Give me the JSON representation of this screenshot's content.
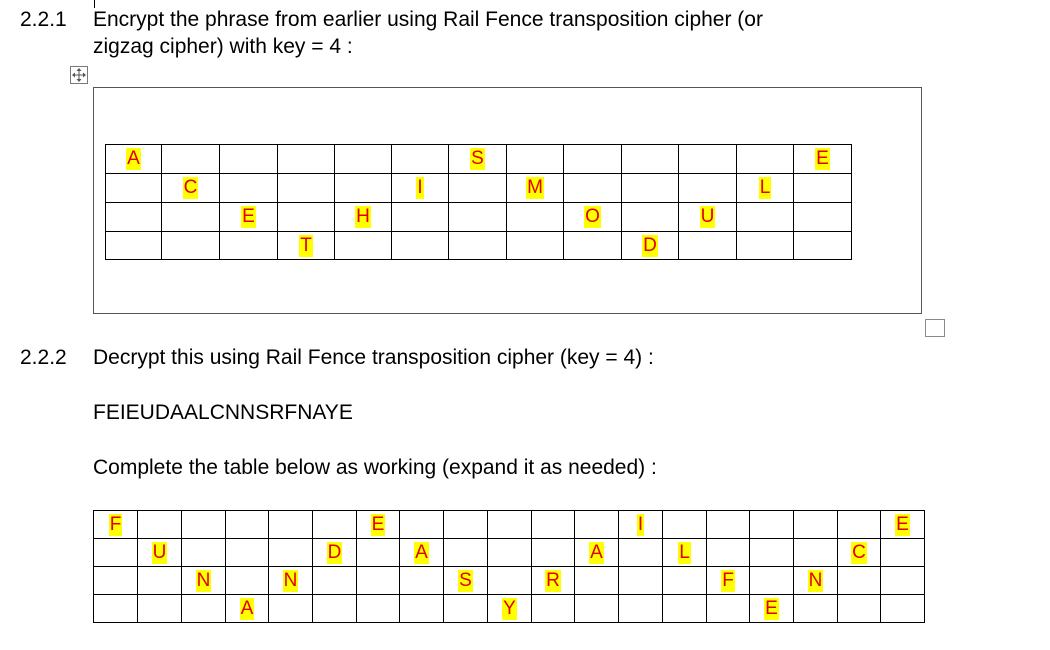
{
  "section_221": {
    "number": "2.2.1",
    "line1": "Encrypt the phrase from earlier using Rail Fence transposition cipher (or",
    "line2": "zigzag cipher) with key = 4 :"
  },
  "encrypt_grid": {
    "rows": [
      [
        "A",
        "",
        "",
        "",
        "",
        "",
        "S",
        "",
        "",
        "",
        "",
        "",
        "E"
      ],
      [
        "",
        "C",
        "",
        "",
        "",
        "I",
        "",
        "M",
        "",
        "",
        "",
        "L",
        ""
      ],
      [
        "",
        "",
        "E",
        "",
        "H",
        "",
        "",
        "",
        "O",
        "",
        "U",
        "",
        ""
      ],
      [
        "",
        "",
        "",
        "T",
        "",
        "",
        "",
        "",
        "",
        "D",
        "",
        "",
        ""
      ]
    ]
  },
  "section_222": {
    "number": "2.2.2",
    "line1": "Decrypt this using Rail Fence transposition cipher (key = 4) :",
    "ciphertext": "FEIEUDAALCNNSRFNAYE",
    "instruction": "Complete the table below as working (expand it as needed) :"
  },
  "decrypt_grid": {
    "rows": [
      [
        "F",
        "",
        "",
        "",
        "",
        "",
        "E",
        "",
        "",
        "",
        "",
        "",
        "I",
        "",
        "",
        "",
        "",
        "",
        "E"
      ],
      [
        "",
        "U",
        "",
        "",
        "",
        "D",
        "",
        "A",
        "",
        "",
        "",
        "A",
        "",
        "L",
        "",
        "",
        "",
        "C",
        ""
      ],
      [
        "",
        "",
        "N",
        "",
        "N",
        "",
        "",
        "",
        "S",
        "",
        "R",
        "",
        "",
        "",
        "F",
        "",
        "N",
        "",
        ""
      ],
      [
        "",
        "",
        "",
        "A",
        "",
        "",
        "",
        "",
        "",
        "Y",
        "",
        "",
        "",
        "",
        "",
        "E",
        "",
        "",
        ""
      ]
    ]
  }
}
